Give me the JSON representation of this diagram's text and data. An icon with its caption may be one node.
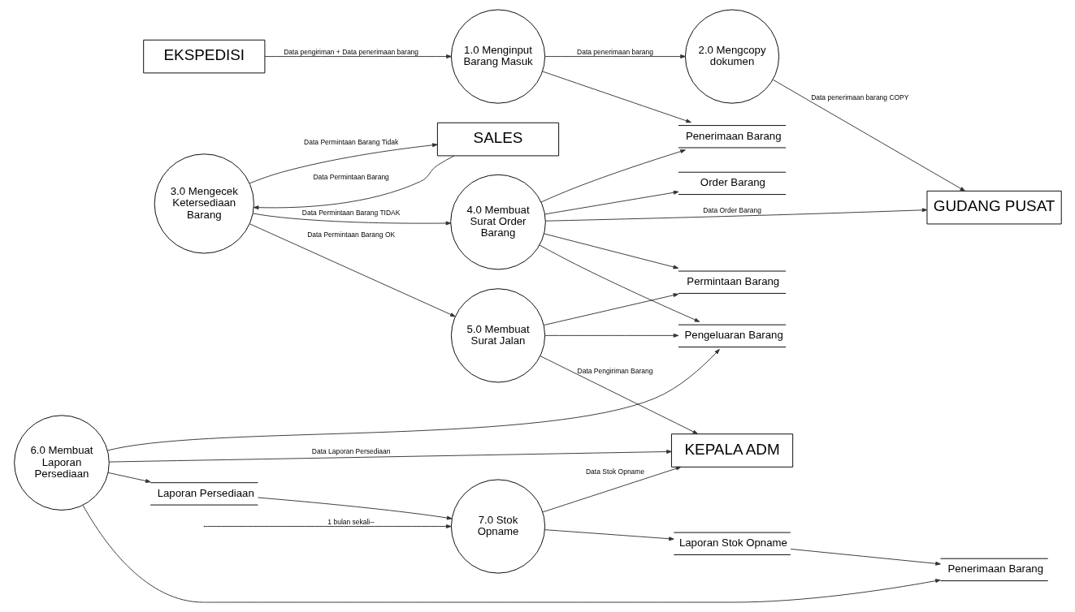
{
  "diagram": {
    "nodes": [
      {
        "text": [
          "EKSPEDISI"
        ]
      },
      {
        "text": [
          "1.0 Menginput Barang Masuk"
        ]
      },
      {
        "text": [
          "2.0 Mengcopy dokumen"
        ]
      },
      {
        "text": [
          "GUDANG PUSAT"
        ]
      },
      {
        "text": [
          "Penerimaan Barang"
        ]
      },
      {
        "text": [
          "Order Barang"
        ]
      },
      {
        "text": [
          "SALES"
        ]
      },
      {
        "text": [
          "3.0 Mengecek Ketersediaan Barang"
        ]
      },
      {
        "text": [
          "4.0 Membuat Surat Order Barang"
        ]
      },
      {
        "text": [
          "KEPALA ADM"
        ]
      },
      {
        "text": [
          "5.0 Membuat Surat Jalan"
        ]
      },
      {
        "text": [
          "Pengeluaran Barang"
        ]
      },
      {
        "text": [
          "6.0 Membuat Laporan Persediaan"
        ]
      },
      {
        "text": [
          "Laporan Persediaan"
        ]
      },
      {
        "text": [
          "7.0 Stok Opname"
        ]
      },
      {
        "text": [
          "Permintaan Barang"
        ]
      },
      {
        "text": [
          "Laporan Stok Opname"
        ]
      },
      {
        "text": [
          "Penerimaan Barang"
        ]
      }
    ],
    "edges": [
      {
        "from": 0,
        "to": 1,
        "arrow": "to",
        "label": "Data pengiriman + Data penerimaan barang"
      },
      {
        "from": 1,
        "to": 2,
        "arrow": "to",
        "label": "Data penerimaan barang"
      },
      {
        "from": 2,
        "to": 3,
        "arrow": "to",
        "label": "Data penerimaan barang COPY"
      },
      {
        "from": 1,
        "to": 4,
        "arrow": "to"
      },
      {
        "from": 8,
        "to": 4,
        "arrow": "to"
      },
      {
        "from": 8,
        "to": 5,
        "arrow": "to"
      },
      {
        "from": 6,
        "to": 7,
        "arrow": "to",
        "label": "Data Permintaan Barang"
      },
      {
        "from": 7,
        "to": 6,
        "arrow": "to",
        "label": "Data Permintaan Barang Tidak"
      },
      {
        "from": 7,
        "to": 8,
        "arrow": "to",
        "label": "Data Permintaan Barang TIDAK"
      },
      {
        "from": 8,
        "to": 3,
        "arrow": "to",
        "label": "Data Order Barang"
      },
      {
        "from": 7,
        "to": 10,
        "arrow": "to",
        "label": "Data Permintaan Barang OK"
      },
      {
        "from": 8,
        "to": 11,
        "arrow": "to"
      },
      {
        "from": 10,
        "to": 11,
        "arrow": "to"
      },
      {
        "from": 10,
        "to": 15,
        "arrow": "to"
      },
      {
        "from": 12,
        "to": 11,
        "arrow": "to"
      },
      {
        "from": 8,
        "to": 15,
        "arrow": "to"
      },
      {
        "from": 12,
        "to": 17,
        "arrow": "to"
      },
      {
        "from": 12,
        "to": 13,
        "arrow": "to"
      },
      {
        "from": 13,
        "to": 14,
        "arrow": "to"
      },
      {
        "from": 14,
        "to": 16,
        "arrow": "to"
      },
      {
        "from": 16,
        "to": 17,
        "arrow": "to"
      },
      {
        "from": 12,
        "to": 9,
        "arrow": "to",
        "label": "Data Laporan Persediaan"
      },
      {
        "from": 14,
        "to": 9,
        "arrow": "to",
        "label": "Data Stok Opname"
      },
      {
        "from": 10,
        "to": 9,
        "arrow": "to",
        "label": "Data Pengiriman Barang"
      },
      {
        "from": null,
        "to": 14,
        "arrow": "to",
        "label": "1 bulan sekali--"
      }
    ]
  }
}
